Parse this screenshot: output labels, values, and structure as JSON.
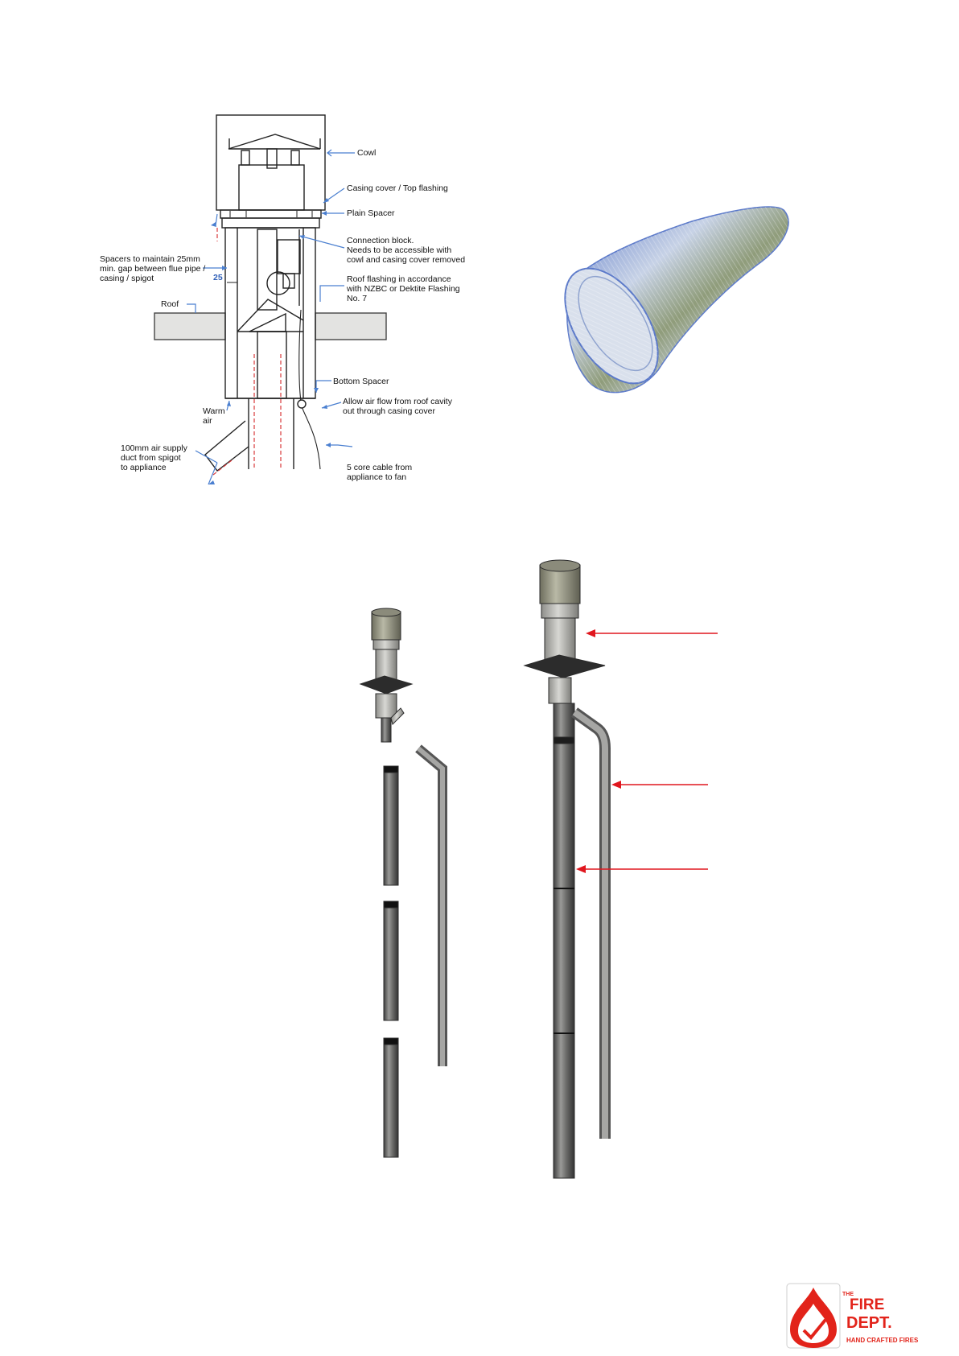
{
  "diagram": {
    "labels": {
      "cowl": "Cowl",
      "casing_cover": "Casing cover / Top flashing",
      "plain_spacer": "Plain Spacer",
      "connection_block": [
        "Connection block.",
        "Needs to be accessible with",
        "cowl and casing cover removed"
      ],
      "spacers": [
        "Spacers to maintain 25mm",
        "min. gap between flue pipe /",
        "casing / spigot"
      ],
      "dimension": "25",
      "roof_flashing": [
        "Roof flashing in accordance",
        "with NZBC or Dektite Flashing",
        "No. 7"
      ],
      "roof": "Roof",
      "bottom_spacer": "Bottom Spacer",
      "allow_air": [
        "Allow air flow from roof cavity",
        "out through casing cover"
      ],
      "warm_air": [
        "Warm",
        "air"
      ],
      "air_supply": [
        "100mm air supply",
        "duct from spigot",
        "to appliance"
      ],
      "cable": [
        "5 core cable from",
        "appliance to fan"
      ]
    }
  },
  "logo": {
    "the": "THE",
    "line1": "FIRE",
    "line2": "DEPT.",
    "tagline": "HAND CRAFTED FIRES"
  },
  "colors": {
    "line": "#222222",
    "leader": "#4a7fd0",
    "red_dash": "#d9393b",
    "arrow_red": "#e0161e",
    "roof_fill": "#e3e3e1",
    "pipe_dark": "#4d4d4d",
    "pipe_mid": "#8a8a88",
    "brand_red": "#e2231a",
    "hose": "#6f8fd0"
  }
}
